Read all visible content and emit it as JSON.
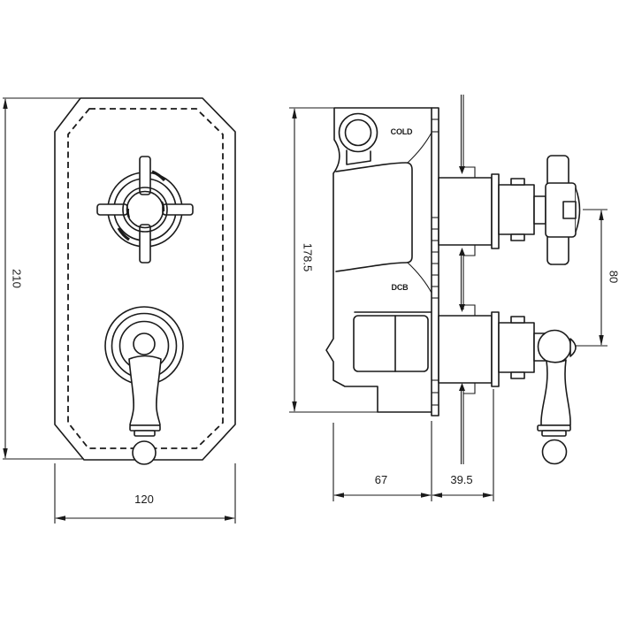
{
  "drawing": {
    "background_color": "#ffffff",
    "line_color": "#1a1a1a",
    "front_view": {
      "height_dim": "210",
      "width_dim": "120"
    },
    "side_view": {
      "height_dim": "178.5",
      "body_depth_dim": "67",
      "front_depth_dim": "39.5",
      "handle_pitch_dim": "80",
      "top_port_label": "COLD",
      "bottom_port_label": "DCB"
    }
  }
}
